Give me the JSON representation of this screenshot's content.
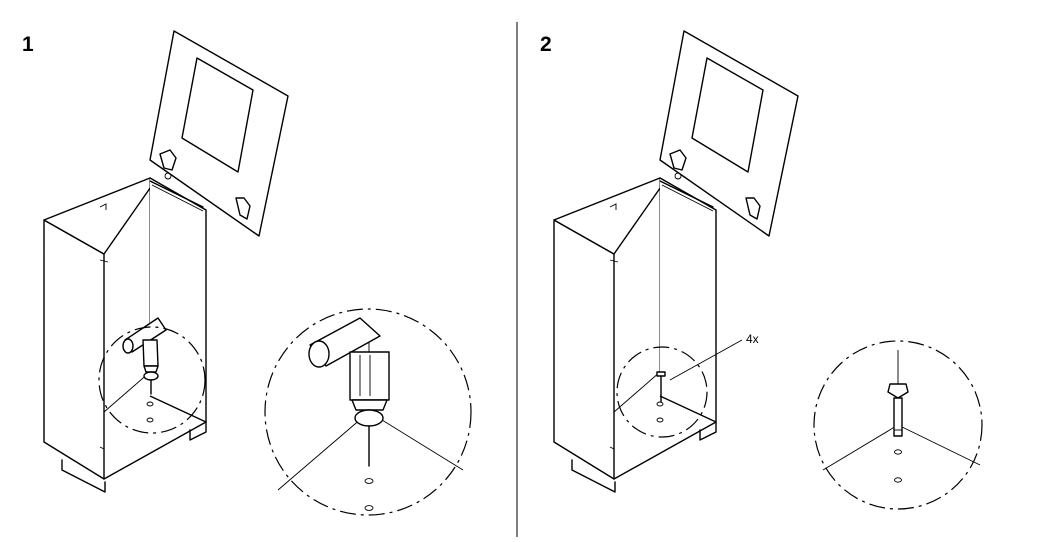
{
  "steps": [
    {
      "number": "1"
    },
    {
      "number": "2",
      "callout_quantity": "4x"
    }
  ],
  "colors": {
    "line": "#000000",
    "background": "#ffffff"
  }
}
